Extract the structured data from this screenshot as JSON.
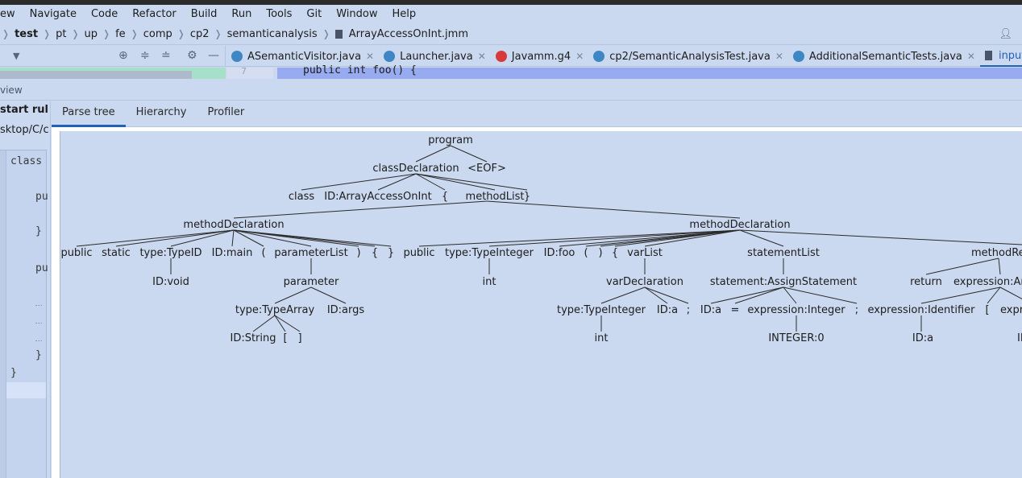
{
  "menu": [
    "ew",
    "Navigate",
    "Code",
    "Refactor",
    "Build",
    "Run",
    "Tools",
    "Git",
    "Window",
    "Help"
  ],
  "breadcrumb": [
    "test",
    "pt",
    "up",
    "fe",
    "comp",
    "cp2",
    "semanticanalysis",
    "ArrayAccessOnInt.jmm"
  ],
  "tabs": [
    {
      "label": "ASemanticVisitor.java",
      "icon": "class-icon"
    },
    {
      "label": "Launcher.java",
      "icon": "class-icon"
    },
    {
      "label": "Javamm.g4",
      "icon": "antlr-icon"
    },
    {
      "label": "cp2/SemanticAnalysisTest.java",
      "icon": "test-class-icon"
    },
    {
      "label": "AdditionalSemanticTests.java",
      "icon": "test-class-icon"
    },
    {
      "label": "input.txt",
      "icon": "text-file-icon"
    }
  ],
  "editor": {
    "line_number": "7",
    "code_line": "public int foo() {"
  },
  "view_label": "view",
  "left_panel": {
    "start_rule": "start rule:",
    "path": "sktop/C/cc",
    "code": [
      "class",
      "pu",
      "}",
      "pu",
      "}",
      "}"
    ]
  },
  "panel_tabs": [
    "Parse tree",
    "Hierarchy",
    "Profiler"
  ],
  "tree": {
    "program": "program",
    "classDeclaration": "classDeclaration",
    "eof": "<EOF>",
    "class": "class",
    "id_class": "ID:ArrayAccessOnInt",
    "lbrace": "{",
    "methodList": "methodList",
    "rbrace": "}",
    "methodDeclaration": "methodDeclaration",
    "public": "public",
    "static": "static",
    "typeID": "type:TypeID",
    "id_main": "ID:main",
    "lparen": "(",
    "parameterList": "parameterList",
    "rparen": ")",
    "typeInteger": "type:TypeInteger",
    "id_foo": "ID:foo",
    "varList": "varList",
    "statementList": "statementList",
    "methodRet": "methodRe",
    "id_void": "ID:void",
    "parameter": "parameter",
    "int": "int",
    "varDeclaration": "varDeclaration",
    "assignStatement": "statement:AssignStatement",
    "return": "return",
    "exprArr": "expression:Ar",
    "typeArray": "type:TypeArray",
    "id_args": "ID:args",
    "id_a": "ID:a",
    "semi": ";",
    "eq": "=",
    "exprInteger": "expression:Integer",
    "exprIdentifier": "expression:Identifier",
    "lbracket": "[",
    "rbracket": "]",
    "expr": "expr",
    "id_string": "ID:String",
    "integer0": "INTEGER:0",
    "in": "IN"
  },
  "colors": {
    "background": "#cbd9f0",
    "accent": "#2261b4",
    "highlight": "#98aaf0"
  }
}
